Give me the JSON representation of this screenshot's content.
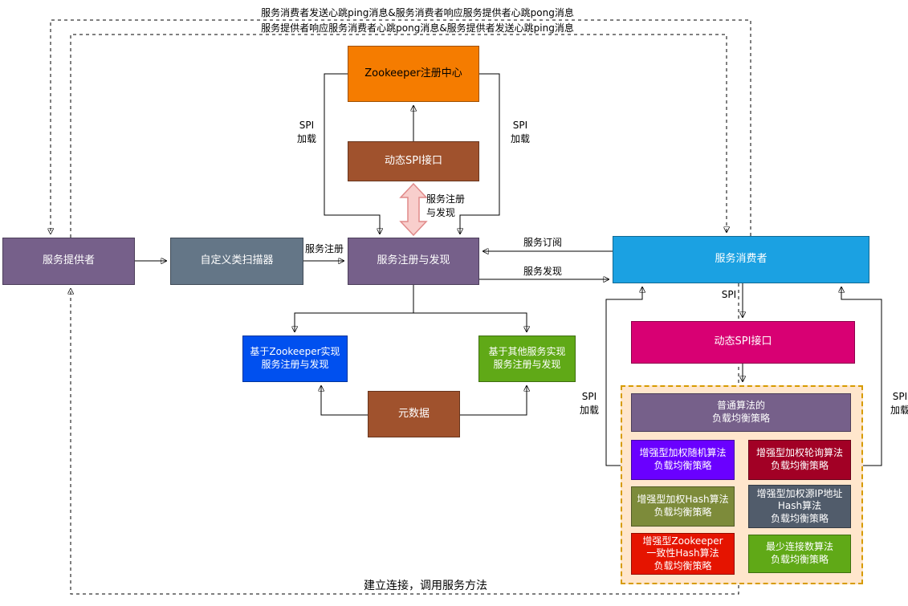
{
  "messages": {
    "top1": "服务消费者发送心跳ping消息&服务消费者响应服务提供者心跳pong消息",
    "top2": "服务提供者响应服务消费者心跳pong消息&服务提供者发送心跳ping消息",
    "bottom": "建立连接，调用服务方法"
  },
  "nodes": {
    "zookeeper_registry": {
      "label": "Zookeeper注册中心",
      "fill": "#F57C00",
      "color": "#000000"
    },
    "dynamic_spi_top": {
      "label": "动态SPI接口",
      "fill": "#A0522D",
      "color": "#FFFFFF"
    },
    "service_provider": {
      "label": "服务提供者",
      "fill": "#76608A",
      "color": "#FFFFFF"
    },
    "custom_class_scanner": {
      "label": "自定义类扫描器",
      "fill": "#647687",
      "color": "#FFFFFF"
    },
    "service_registry_discovery": {
      "label": "服务注册与发现",
      "fill": "#76608A",
      "color": "#FFFFFF"
    },
    "service_consumer": {
      "label": "服务消费者",
      "fill": "#1BA1E2",
      "color": "#FFFFFF"
    },
    "zookeeper_impl": {
      "label": "基于Zookeeper实现\n服务注册与发现",
      "fill": "#0050EF",
      "color": "#FFFFFF"
    },
    "other_service_impl": {
      "label": "基于其他服务实现\n服务注册与发现",
      "fill": "#60A917",
      "color": "#FFFFFF"
    },
    "metadata": {
      "label": "元数据",
      "fill": "#A0522D",
      "color": "#FFFFFF"
    },
    "dynamic_spi_consumer": {
      "label": "动态SPI接口",
      "fill": "#D80073",
      "color": "#FFFFFF"
    },
    "normal_algorithm": {
      "label": "普通算法的\n负载均衡策略",
      "fill": "#76608A",
      "color": "#FFFFFF"
    },
    "weighted_random": {
      "label": "增强型加权随机算法\n负载均衡策略",
      "fill": "#6A00FF",
      "color": "#FFFFFF"
    },
    "weighted_round_robin": {
      "label": "增强型加权轮询算法\n负载均衡策略",
      "fill": "#A20025",
      "color": "#FFFFFF"
    },
    "weighted_hash": {
      "label": "增强型加权Hash算法\n负载均衡策略",
      "fill": "#7D8B3A",
      "color": "#FFFFFF"
    },
    "weighted_source_ip_hash": {
      "label": "增强型加权源IP地址\nHash算法\n负载均衡策略",
      "fill": "#515C6B",
      "color": "#FFFFFF"
    },
    "zookeeper_consistent_hash": {
      "label": "增强型Zookeeper\n一致性Hash算法\n负载均衡策略",
      "fill": "#E51400",
      "color": "#FFFFFF"
    },
    "least_connections": {
      "label": "最少连接数算法\n负载均衡策略",
      "fill": "#60A917",
      "color": "#FFFFFF"
    }
  },
  "container": {
    "fill": "#FFE6CC",
    "border": "#D79B00"
  },
  "registration_arrow": {
    "fill": "#F8CECC",
    "stroke": "#E08A8A"
  },
  "edge_labels": {
    "spi_load_top_left": "SPI\n加载",
    "spi_load_top_right": "SPI\n加载",
    "registration_discovery": "服务注册\n与发现",
    "service_register": "服务注册",
    "service_subscribe": "服务订阅",
    "service_discover": "服务发现",
    "spi": "SPI",
    "spi_load_bottom_left": "SPI\n加载",
    "spi_load_bottom_right": "SPI\n加载"
  }
}
